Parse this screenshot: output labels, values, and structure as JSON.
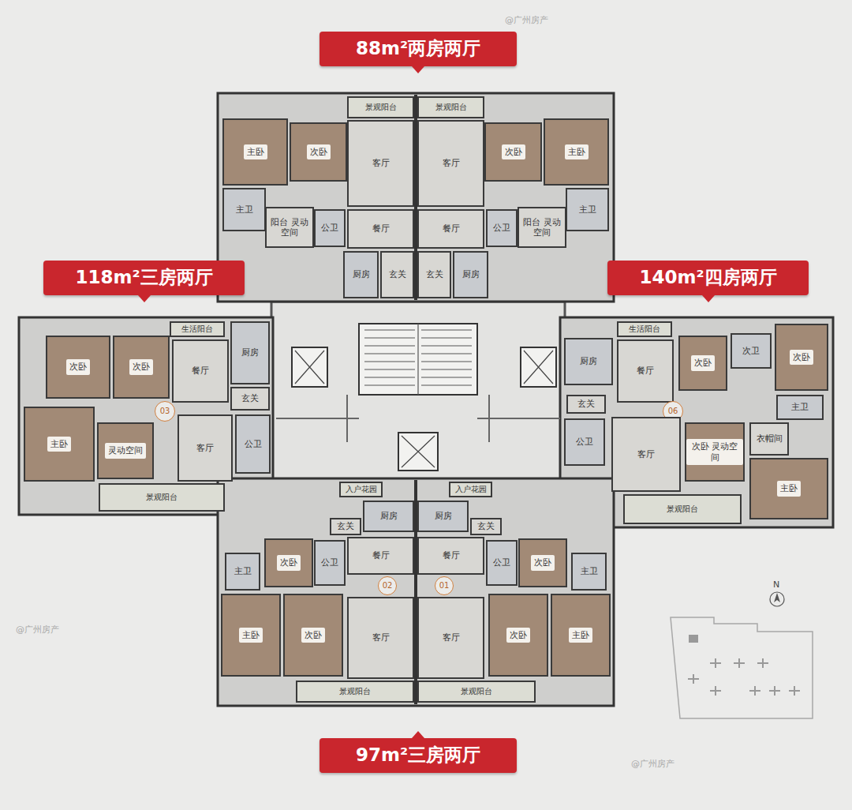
{
  "diagram": {
    "nodes": [
      {
        "text": [
          "88m²两房两厅"
        ]
      },
      {
        "text": [
          "景观阳台"
        ]
      },
      {
        "text": [
          "主卧"
        ]
      },
      {
        "text": [
          "次卧"
        ]
      },
      {
        "text": [
          "客厅"
        ]
      },
      {
        "text": [
          "主卫"
        ]
      },
      {
        "text": [
          "阳台 灵动空间"
        ]
      },
      {
        "text": [
          "公卫"
        ]
      },
      {
        "text": [
          "餐厅"
        ]
      },
      {
        "text": [
          "厨房"
        ]
      },
      {
        "text": [
          "玄关"
        ]
      },
      {
        "text": [
          "景观阳台"
        ]
      },
      {
        "text": [
          "主卧"
        ]
      },
      {
        "text": [
          "次卧"
        ]
      },
      {
        "text": [
          "客厅"
        ]
      },
      {
        "text": [
          "主卫"
        ]
      },
      {
        "text": [
          "阳台 灵动空间"
        ]
      },
      {
        "text": [
          "公卫"
        ]
      },
      {
        "text": [
          "餐厅"
        ]
      },
      {
        "text": [
          "厨房"
        ]
      },
      {
        "text": [
          "玄关"
        ]
      },
      {
        "text": [
          "118m²三房两厅"
        ]
      },
      {
        "text": [
          "生活阳台"
        ]
      },
      {
        "text": [
          "厨房"
        ]
      },
      {
        "text": [
          "次卧"
        ]
      },
      {
        "text": [
          "次卧"
        ]
      },
      {
        "text": [
          "餐厅"
        ]
      },
      {
        "text": [
          "03"
        ]
      },
      {
        "text": [
          "玄关"
        ]
      },
      {
        "text": [
          "主卧"
        ]
      },
      {
        "text": [
          "灵动空间"
        ]
      },
      {
        "text": [
          "客厅"
        ]
      },
      {
        "text": [
          "公卫"
        ]
      },
      {
        "text": [
          "景观阳台"
        ]
      },
      {
        "text": [
          "140m²四房两厅"
        ]
      },
      {
        "text": [
          "生活阳台"
        ]
      },
      {
        "text": [
          "厨房"
        ]
      },
      {
        "text": [
          "餐厅"
        ]
      },
      {
        "text": [
          "次卧"
        ]
      },
      {
        "text": [
          "次卫"
        ]
      },
      {
        "text": [
          "次卧"
        ]
      },
      {
        "text": [
          "玄关"
        ]
      },
      {
        "text": [
          "06"
        ]
      },
      {
        "text": [
          "主卫"
        ]
      },
      {
        "text": [
          "公卫"
        ]
      },
      {
        "text": [
          "客厅"
        ]
      },
      {
        "text": [
          "次卧 灵动空间"
        ]
      },
      {
        "text": [
          "衣帽间"
        ]
      },
      {
        "text": [
          "主卧"
        ]
      },
      {
        "text": [
          "景观阳台"
        ]
      },
      {
        "text": [
          "入户花园"
        ]
      },
      {
        "text": [
          "厨房"
        ]
      },
      {
        "text": [
          "玄关"
        ]
      },
      {
        "text": [
          "次卧"
        ]
      },
      {
        "text": [
          "公卫"
        ]
      },
      {
        "text": [
          "餐厅"
        ]
      },
      {
        "text": [
          "02"
        ]
      },
      {
        "text": [
          "主卫"
        ]
      },
      {
        "text": [
          "主卧"
        ]
      },
      {
        "text": [
          "次卧"
        ]
      },
      {
        "text": [
          "客厅"
        ]
      },
      {
        "text": [
          "景观阳台"
        ]
      },
      {
        "text": [
          "入户花园"
        ]
      },
      {
        "text": [
          "厨房"
        ]
      },
      {
        "text": [
          "玄关"
        ]
      },
      {
        "text": [
          "次卧"
        ]
      },
      {
        "text": [
          "公卫"
        ]
      },
      {
        "text": [
          "餐厅"
        ]
      },
      {
        "text": [
          "01"
        ]
      },
      {
        "text": [
          "主卫"
        ]
      },
      {
        "text": [
          "主卧"
        ]
      },
      {
        "text": [
          "次卧"
        ]
      },
      {
        "text": [
          "客厅"
        ]
      },
      {
        "text": [
          "景观阳台"
        ]
      },
      {
        "text": [
          "97m²三房两厅"
        ]
      }
    ],
    "labels": [
      "N",
      "@广州房产",
      "@广州房产",
      "@广州房产"
    ]
  }
}
